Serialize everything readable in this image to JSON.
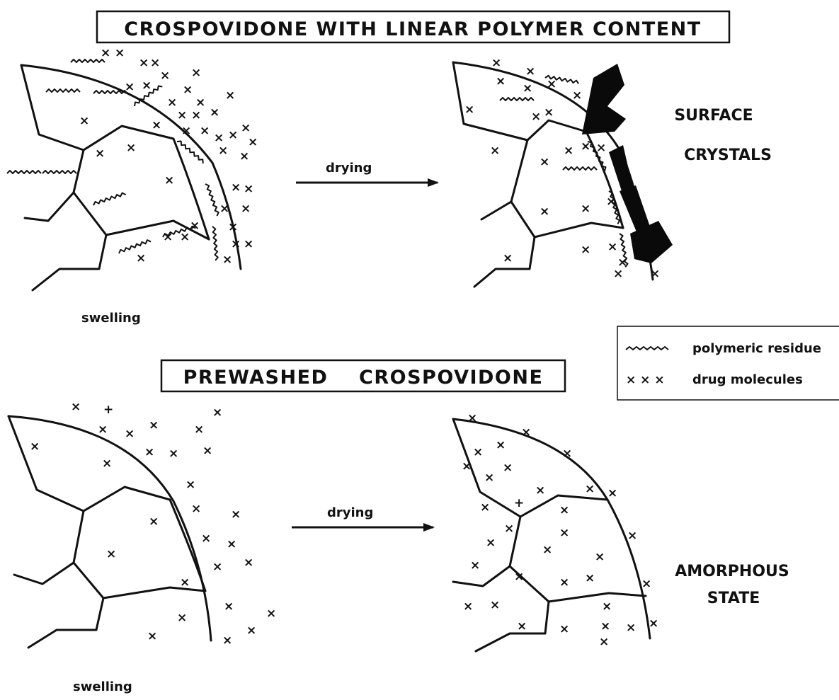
{
  "top_panel": {
    "title": "CROSPOVIDONE  WITH LINEAR POLYMER CONTENT",
    "left_caption": "swelling",
    "arrow_label": "drying",
    "right_caption_line1": "SURFACE",
    "right_caption_line2": "CRYSTALS"
  },
  "bottom_panel": {
    "title": "PREWASHED    CROSPOVIDONE",
    "left_caption": "swelling",
    "arrow_label": "drying",
    "right_caption_line1": "AMORPHOUS",
    "right_caption_line2": "STATE"
  },
  "legend": {
    "items": [
      {
        "symbol": "wavy-line-icon",
        "label": "polymeric residue"
      },
      {
        "symbol": "cross-marks-icon",
        "label": "drug molecules"
      }
    ]
  }
}
